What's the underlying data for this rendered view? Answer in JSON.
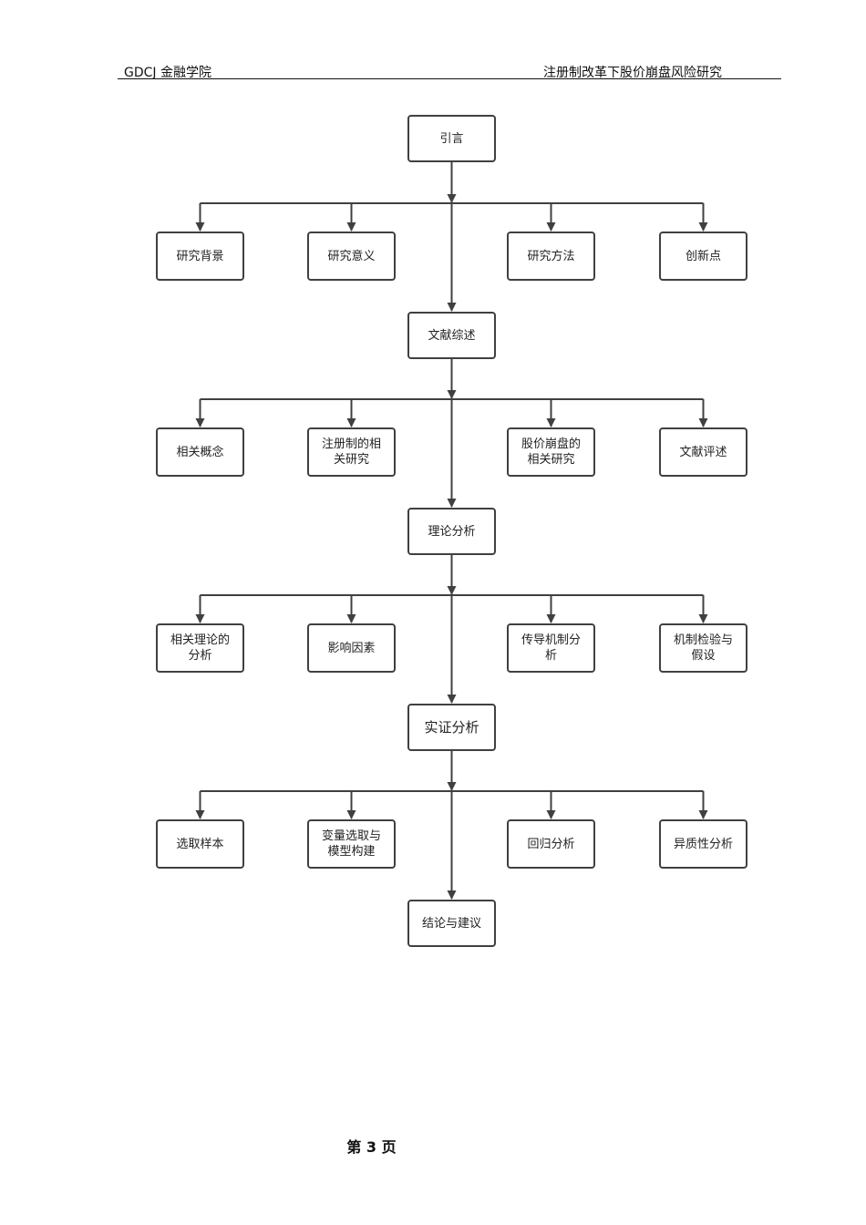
{
  "header": {
    "left": "GDCJ 金融学院",
    "right": "注册制改革下股价崩盘风险研究"
  },
  "diagram": {
    "nodes": [
      {
        "id": "n-intro",
        "label": "引言"
      },
      {
        "id": "n-bg",
        "label": "研究背景"
      },
      {
        "id": "n-sig",
        "label": "研究意义"
      },
      {
        "id": "n-method",
        "label": "研究方法"
      },
      {
        "id": "n-innov",
        "label": "创新点"
      },
      {
        "id": "n-lit",
        "label": "文献综述"
      },
      {
        "id": "n-concept",
        "label": "相关概念"
      },
      {
        "id": "n-reg",
        "label": "注册制的相\n关研究"
      },
      {
        "id": "n-crash",
        "label": "股价崩盘的\n相关研究"
      },
      {
        "id": "n-review",
        "label": "文献评述"
      },
      {
        "id": "n-theory",
        "label": "理论分析"
      },
      {
        "id": "n-theoana",
        "label": "相关理论的\n分析"
      },
      {
        "id": "n-factor",
        "label": "影响因素"
      },
      {
        "id": "n-mech",
        "label": "传导机制分\n析"
      },
      {
        "id": "n-hypo",
        "label": "机制检验与\n假设"
      },
      {
        "id": "n-emp",
        "label": "实证分析"
      },
      {
        "id": "n-sample",
        "label": "选取样本"
      },
      {
        "id": "n-var",
        "label": "变量选取与\n模型构建"
      },
      {
        "id": "n-reg2",
        "label": "回归分析"
      },
      {
        "id": "n-het",
        "label": "异质性分析"
      },
      {
        "id": "n-concl",
        "label": "结论与建议"
      }
    ]
  },
  "footer": {
    "page": "第 3 页"
  }
}
